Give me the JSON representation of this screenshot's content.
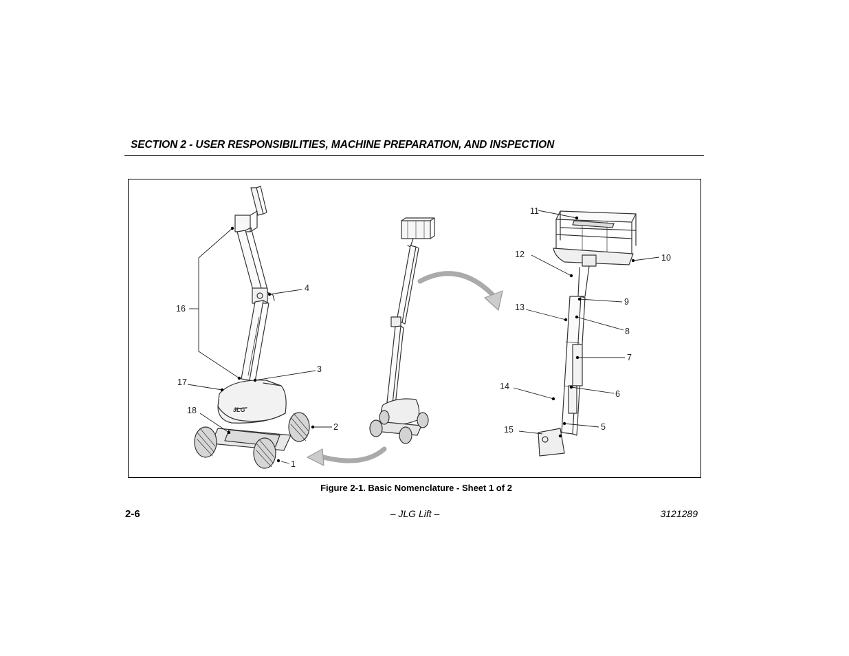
{
  "header": {
    "section_title": "SECTION 2 - USER RESPONSIBILITIES, MACHINE PREPARATION, AND INSPECTION"
  },
  "figure": {
    "caption": "Figure 2-1. Basic Nomenclature - Sheet 1 of 2",
    "logo_text": "JLG",
    "callouts": [
      "1",
      "2",
      "3",
      "4",
      "5",
      "6",
      "7",
      "8",
      "9",
      "10",
      "11",
      "12",
      "13",
      "14",
      "15",
      "16",
      "17",
      "18"
    ]
  },
  "footer": {
    "page_number": "2-6",
    "center_text": "– JLG Lift –",
    "doc_number": "3121289"
  }
}
